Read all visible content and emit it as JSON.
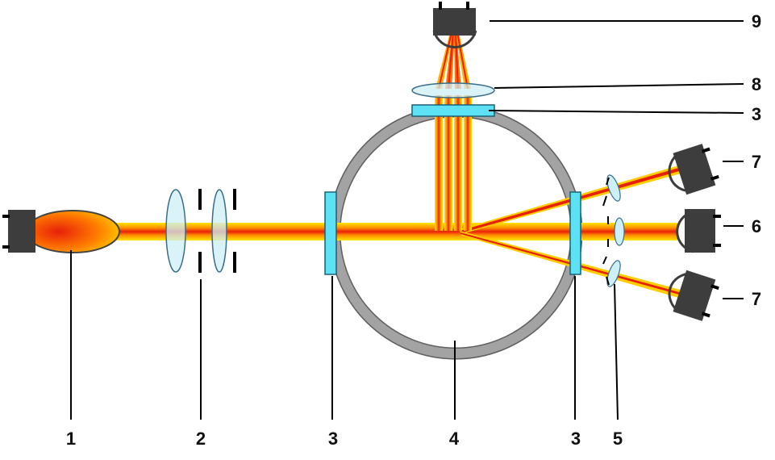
{
  "labels": {
    "l1": "1",
    "l2": "2",
    "l3a": "3",
    "l4": "4",
    "l3b": "3",
    "l5": "5",
    "l6": "6",
    "l7a": "7",
    "l7b": "7",
    "l8": "8",
    "l3c": "3",
    "l9": "9"
  },
  "colors": {
    "beam_core": "#e8200a",
    "beam_edge": "#ffe600",
    "window": "#5ce1f5",
    "lens": "#cdeff7",
    "ring": "#9a9a9a",
    "detector": "#3d3d3d",
    "line": "#000000"
  },
  "icons": [
    "source-icon",
    "lens-icon",
    "aperture-icon",
    "window-icon",
    "detector-icon"
  ]
}
